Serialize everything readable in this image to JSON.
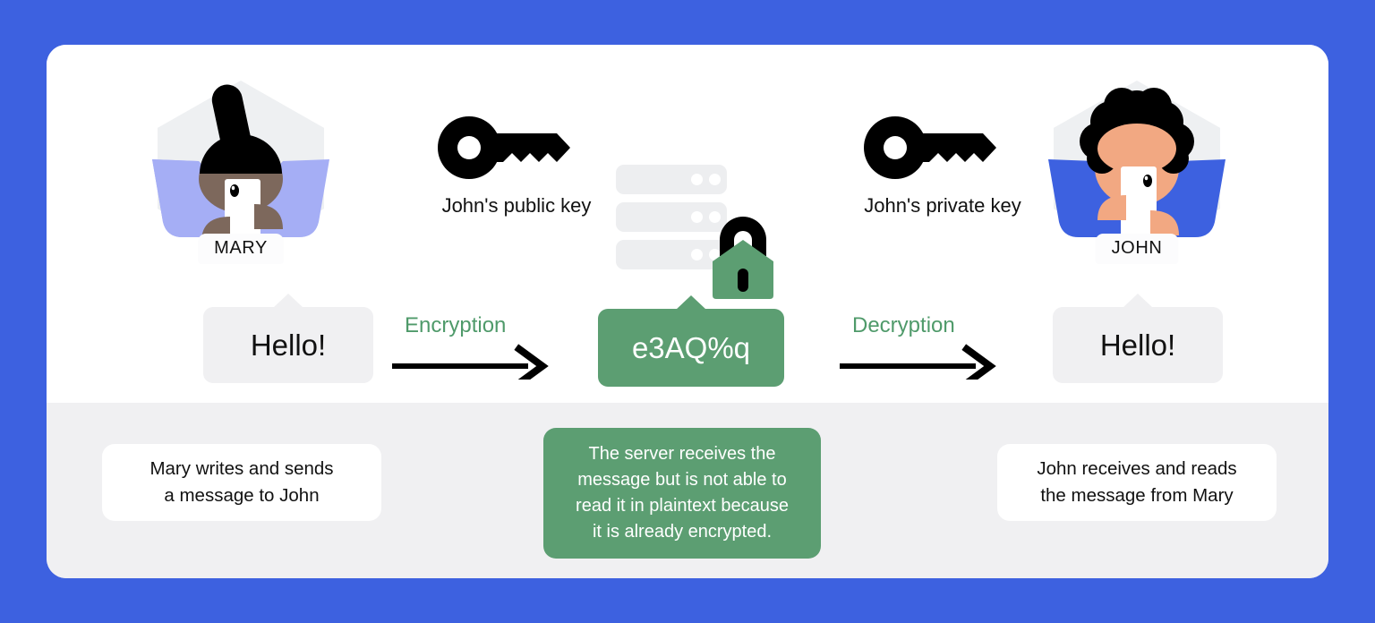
{
  "theme": {
    "page_background": "#3d61e0",
    "card_background": "#ffffff",
    "bottom_band": "#f0f0f2",
    "accent_green": "#5c9e72",
    "label_green": "#4f9a6a",
    "bubble_grey": "#f0f0f2",
    "hex_grey": "#eef0f2",
    "server_bar_grey": "#edeef0",
    "mary_shirt": "#a5aef5",
    "mary_skin": "#7d685c",
    "john_shirt": "#3d61e0",
    "john_skin": "#f2a882",
    "hair_black": "#000000"
  },
  "sender": {
    "icon": "avatar-mary-icon",
    "name": "MARY",
    "message": "Hello!",
    "caption": "Mary writes and sends\na message to John",
    "caption_line1": "Mary writes and sends",
    "caption_line2": "a message to John"
  },
  "encryption_step": {
    "key_icon": "key-icon",
    "key_label": "John's public key",
    "arrow_icon": "arrow-right-icon",
    "arrow_label": "Encryption"
  },
  "server": {
    "icon": "server-stack-icon",
    "lock_icon": "padlock-locked-icon",
    "ciphertext": "e3AQ%q",
    "caption_line1": "The server receives the",
    "caption_line2": "message but is not able to",
    "caption_line3": "read it in plaintext because",
    "caption_line4": "it is already encrypted."
  },
  "decryption_step": {
    "key_icon": "key-icon",
    "key_label": "John's private key",
    "arrow_icon": "arrow-right-icon",
    "arrow_label": "Decryption"
  },
  "receiver": {
    "icon": "avatar-john-icon",
    "name": "JOHN",
    "message": "Hello!",
    "caption_line1": "John receives and reads",
    "caption_line2": "the message from Mary"
  }
}
